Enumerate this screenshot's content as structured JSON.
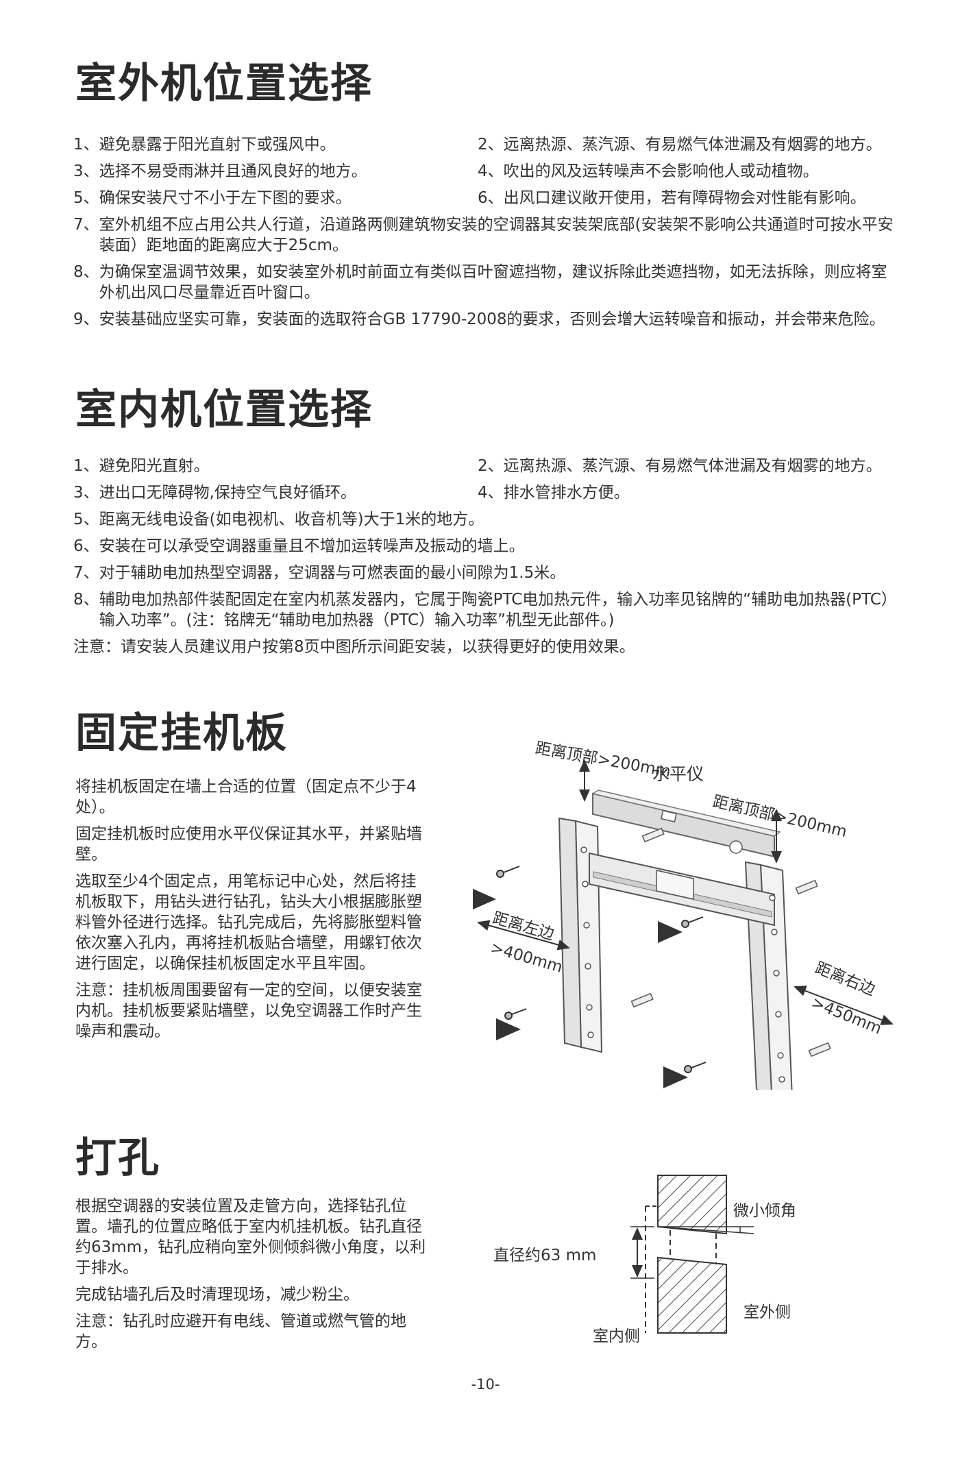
{
  "outdoor": {
    "title": "室外机位置选择",
    "pairs": [
      [
        "1、避免暴露于阳光直射下或强风中。",
        "2、远离热源、蒸汽源、有易燃气体泄漏及有烟雾的地方。"
      ],
      [
        "3、选择不易受雨淋并且通风良好的地方。",
        "4、吹出的风及运转噪声不会影响他人或动植物。"
      ],
      [
        "5、确保安装尺寸不小于左下图的要求。",
        "6、出风口建议敞开使用，若有障碍物会对性能有影响。"
      ]
    ],
    "items": [
      {
        "num": "7、",
        "text": "室外机组不应占用公共人行道，沿道路两侧建筑物安装的空调器其安装架底部(安装架不影响公共通道时可按水平安装面）距地面的距离应大于25cm。"
      },
      {
        "num": "8、",
        "text": "为确保室温调节效果，如安装室外机时前面立有类似百叶窗遮挡物，建议拆除此类遮挡物，如无法拆除，则应将室外机出风口尽量靠近百叶窗口。"
      },
      {
        "num": "9、",
        "text": "安装基础应坚实可靠，安装面的选取符合GB 17790-2008的要求，否则会增大运转噪音和振动，并会带来危险。"
      }
    ]
  },
  "indoor": {
    "title": "室内机位置选择",
    "pairs": [
      [
        "1、避免阳光直射。",
        "2、远离热源、蒸汽源、有易燃气体泄漏及有烟雾的地方。"
      ],
      [
        "3、进出口无障碍物,保持空气良好循环。",
        "4、排水管排水方便。"
      ]
    ],
    "items": [
      {
        "num": "5、",
        "text": "距离无线电设备(如电视机、收音机等)大于1米的地方。"
      },
      {
        "num": "6、",
        "text": "安装在可以承受空调器重量且不增加运转噪声及振动的墙上。"
      },
      {
        "num": "7、",
        "text": "对于辅助电加热型空调器，空调器与可燃表面的最小间隙为1.5米。"
      },
      {
        "num": "8、",
        "text": "辅助电加热部件装配固定在室内机蒸发器内，它属于陶瓷PTC电加热元件，输入功率见铭牌的“辅助电加热器(PTC）输入功率”。(注：铭牌无“辅助电加热器（PTC）输入功率”机型无此部件。)"
      }
    ],
    "note": "注意：请安装人员建议用户按第8页中图所示间距安装，以获得更好的使用效果。"
  },
  "mount": {
    "title": "固定挂机板",
    "paras": [
      "将挂机板固定在墙上合适的位置（固定点不少于4处）。",
      "固定挂机板时应使用水平仪保证其水平，并紧贴墙壁。",
      "选取至少4个固定点，用笔标记中心处，然后将挂机板取下，用钻头进行钻孔，钻头大小根据膨胀塑料管外径进行选择。钻孔完成后，先将膨胀塑料管依次塞入孔内，再将挂机板贴合墙壁，用螺钉依次进行固定，以确保挂机板固定水平且牢固。",
      "注意：挂机板周围要留有一定的空间，以便安装室内机。挂机板要紧贴墙壁，以免空调器工作时产生噪声和震动。"
    ],
    "figure": {
      "top_left": "距离顶部>200mm",
      "level": "水平仪",
      "top_right": "距离顶部>200mm",
      "left_label": "距离左边",
      "left_value": ">400mm",
      "right_label": "距离右边",
      "right_value": ">450mm"
    }
  },
  "drill": {
    "title": "打孔",
    "paras": [
      "根据空调器的安装位置及走管方向，选择钻孔位置。墙孔的位置应略低于室内机挂机板。钻孔直径约63mm，钻孔应稍向室外侧倾斜微小角度，以利于排水。",
      "完成钻墙孔后及时清理现场，减少粉尘。",
      "注意：钻孔时应避开有电线、管道或燃气管的地方。"
    ],
    "figure": {
      "diameter": "直径约63 mm",
      "angle": "微小倾角",
      "indoor_side": "室内侧",
      "outdoor_side": "室外侧"
    }
  },
  "page_number": "-10-"
}
